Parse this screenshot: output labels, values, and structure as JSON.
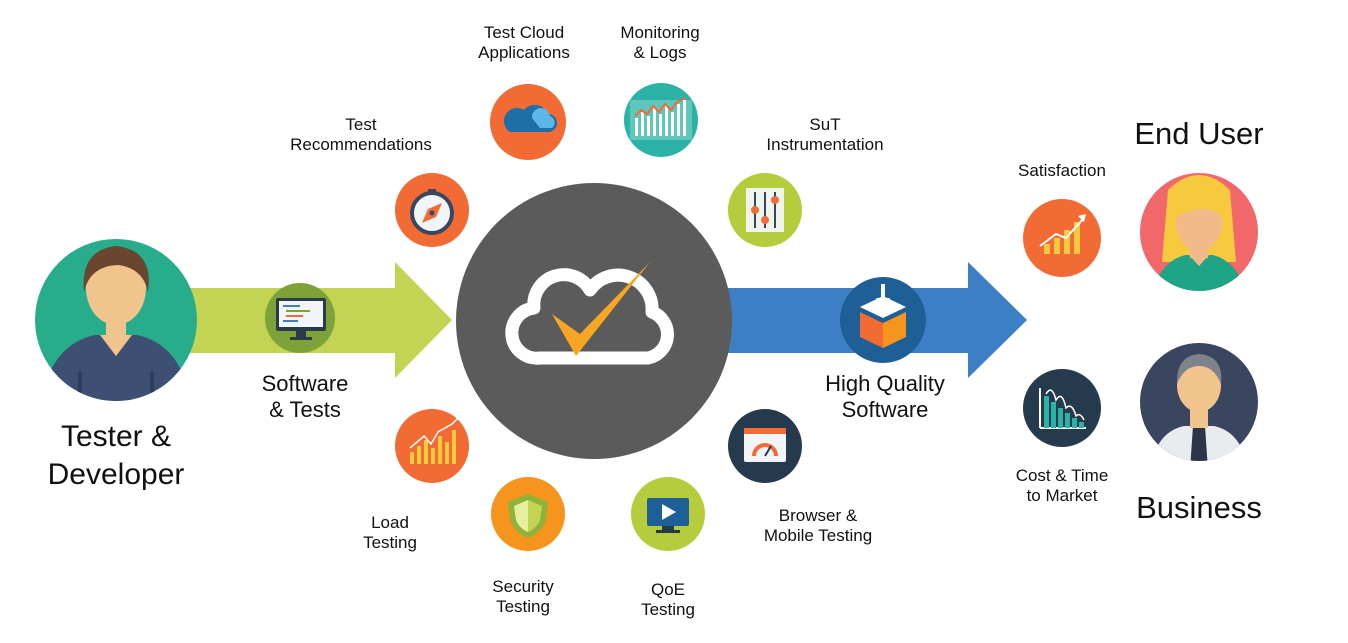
{
  "colors": {
    "green_arrow": "#c3d455",
    "blue_arrow": "#3d7fc4",
    "cloud_hub": "#5c5b5c",
    "check": "#f6a623",
    "orange_icon": "#f26b35",
    "amber_icon": "#f7941d",
    "lime_icon": "#b5cc3d",
    "teal_icon": "#2ab3a6",
    "navy_icon": "#263a4e"
  },
  "actors": {
    "tester": {
      "label": "Tester &\nDeveloper",
      "icon": "developer-avatar"
    },
    "end_user": {
      "label": "End User",
      "icon": "end-user-avatar"
    },
    "business": {
      "label": "Business",
      "icon": "business-avatar"
    }
  },
  "flow": {
    "input": {
      "label": "Software\n& Tests",
      "icon": "monitor-code"
    },
    "output": {
      "label": "High Quality\nSoftware",
      "icon": "package-box"
    }
  },
  "capabilities": [
    {
      "label": "Test Cloud\nApplications",
      "icon": "cloud"
    },
    {
      "label": "Monitoring\n& Logs",
      "icon": "log-chart"
    },
    {
      "label": "Test\nRecommendations",
      "icon": "compass"
    },
    {
      "label": "SuT\nInstrumentation",
      "icon": "sliders"
    },
    {
      "label": "Load\nTesting",
      "icon": "bar-chart"
    },
    {
      "label": "Security\nTesting",
      "icon": "shield"
    },
    {
      "label": "QoE\nTesting",
      "icon": "video-play"
    },
    {
      "label": "Browser &\nMobile Testing",
      "icon": "browser-gauge"
    }
  ],
  "benefits": [
    {
      "label": "Satisfaction",
      "icon": "growth-chart"
    },
    {
      "label": "Cost & Time\nto Market",
      "icon": "decline-chart"
    }
  ]
}
